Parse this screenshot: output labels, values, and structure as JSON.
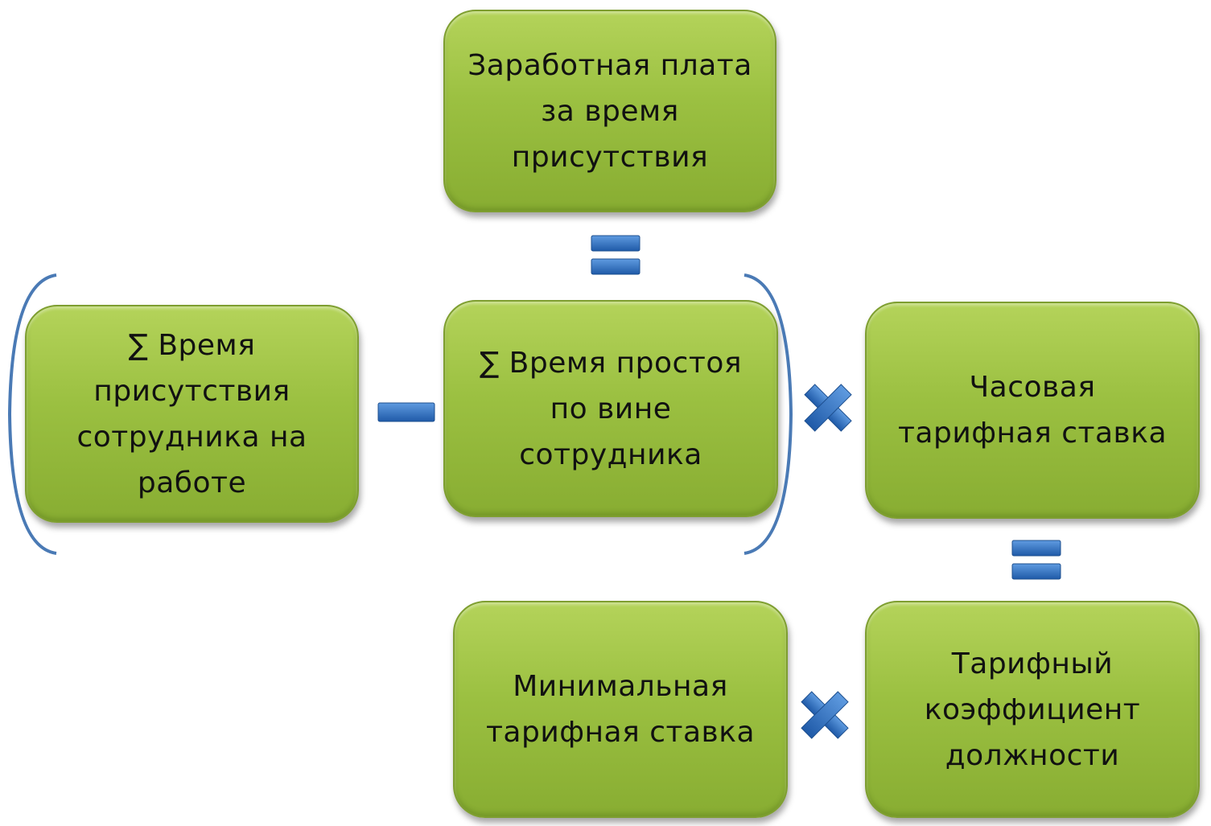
{
  "boxes": {
    "salary": "Заработная плата\nза время\nприсутствия",
    "presence_time": "∑ Время\nприсутствия\nсотрудника на\nработе",
    "downtime": "∑ Время простоя\nпо вине\nсотрудника",
    "hourly_rate": "Часовая\nтарифная ставка",
    "min_rate": "Минимальная\nтарифная ставка",
    "coefficient": "Тарифный\nкоэффициент\nдолжности"
  },
  "operators": {
    "top_equals": "equals-icon",
    "minus": "minus-icon",
    "multiply_top": "multiply-icon",
    "right_equals": "equals-icon",
    "multiply_bottom": "multiply-icon"
  },
  "colors": {
    "box_fill": "#9bc041",
    "operator_fill": "#2f6fc2",
    "bracket_stroke": "#4a7ab5"
  }
}
